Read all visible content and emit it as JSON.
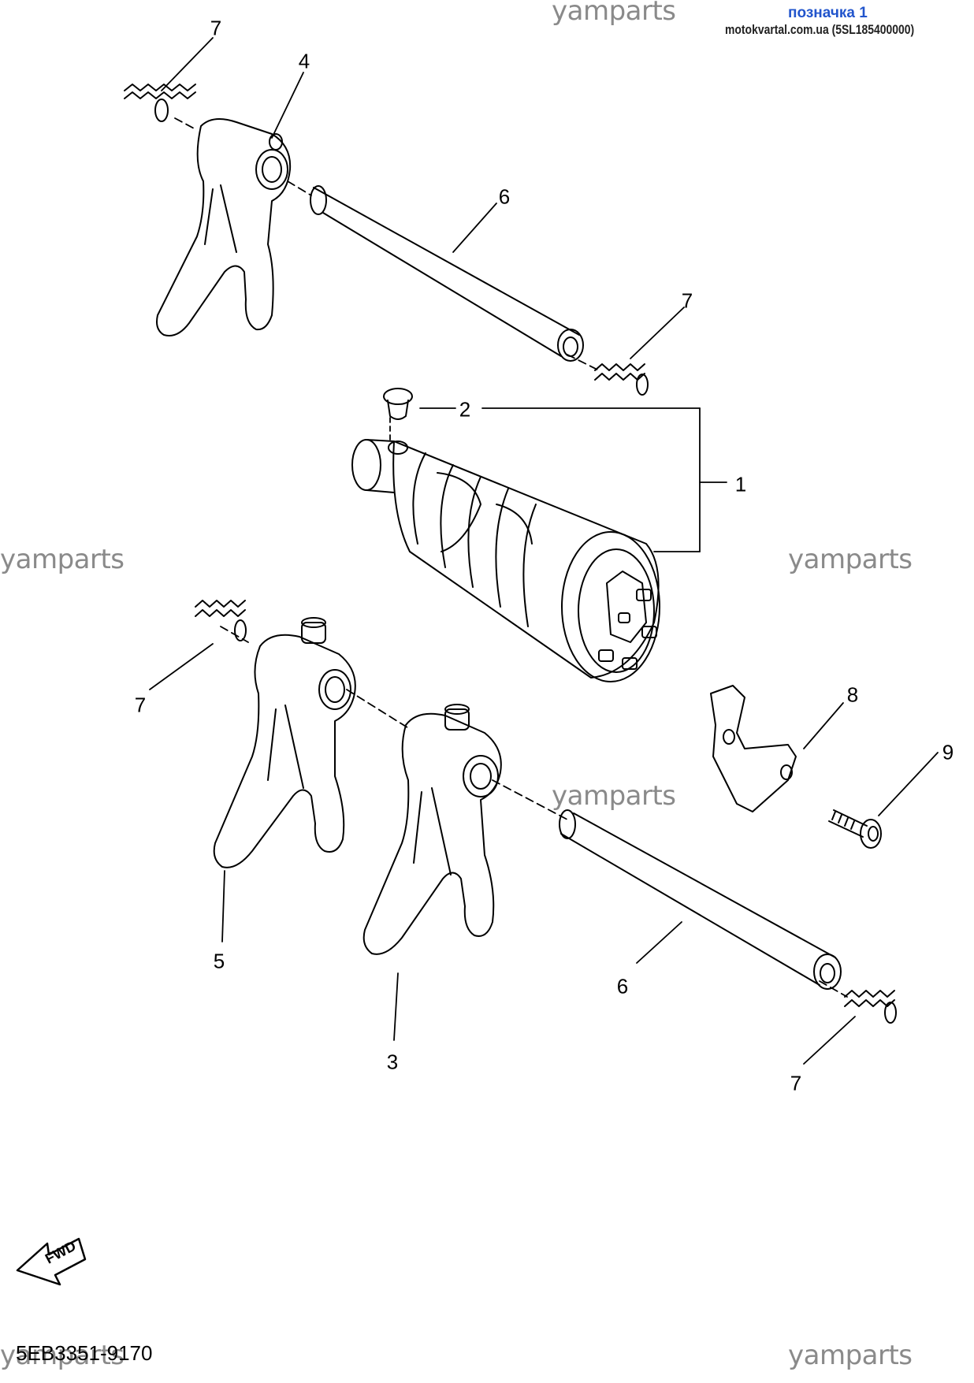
{
  "header": {
    "link_label": "позначка 1",
    "source": "motokvartal.com.ua (5SL185400000)"
  },
  "watermark": "yamparts",
  "callouts": [
    "1",
    "2",
    "3",
    "4",
    "5",
    "6",
    "6",
    "7",
    "7",
    "7",
    "7",
    "8",
    "9"
  ],
  "fwd_label": "FWD",
  "reference_code": "5EB3351-9170",
  "colors": {
    "line": "#000000",
    "watermark": "#8a8a8a",
    "link": "#2255cc"
  }
}
